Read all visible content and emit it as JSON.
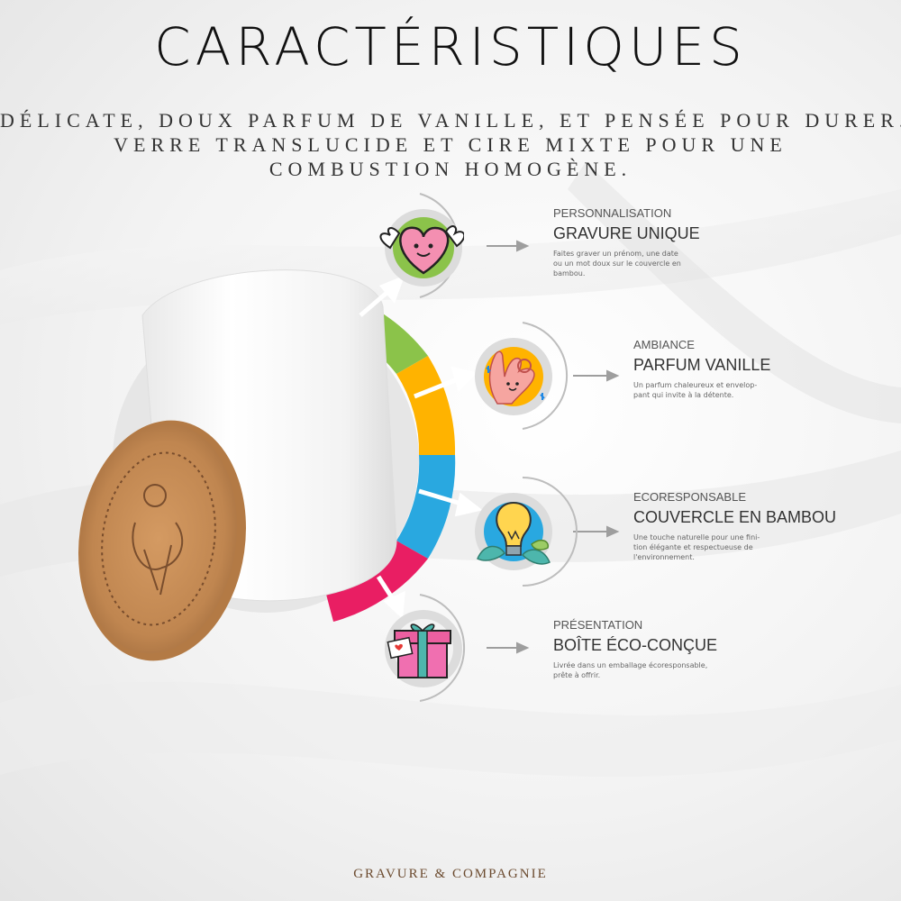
{
  "title": "CARACTÉRISTIQUES",
  "subtitle_lines": [
    "DÉLICATE, DOUX PARFUM DE VANILLE, ET PENSÉE POUR DURER.",
    "VERRE TRANSLUCIDE ET CIRE MIXTE POUR UNE",
    "COMBUSTION HOMOGÈNE."
  ],
  "features": [
    {
      "category": "PERSONNALISATION",
      "name": "GRAVURE UNIQUE",
      "desc_lines": [
        "Faites graver un prénom, une date",
        "ou un mot doux sur le couvercle en",
        "bambou."
      ],
      "icon": "winged-heart-icon",
      "color": "#8bc34a"
    },
    {
      "category": "AMBIANCE",
      "name": "PARFUM VANILLE",
      "desc_lines": [
        "Un parfum chaleureux et envelop-",
        "pant qui invite à la détente."
      ],
      "icon": "ok-hand-icon",
      "color": "#ffb300"
    },
    {
      "category": "ECORESPONSABLE",
      "name": "COUVERCLE EN BAMBOU",
      "desc_lines": [
        "Une touche naturelle pour une fini-",
        "tion élégante et respectueuse de",
        "l'environnement."
      ],
      "icon": "lightbulb-leaves-icon",
      "color": "#29a8e0"
    },
    {
      "category": "PRÉSENTATION",
      "name": "BOÎTE ÉCO-CONÇUE",
      "desc_lines": [
        "Livrée dans un emballage écoresponsable,",
        "prête à offrir."
      ],
      "icon": "gift-box-icon",
      "color": "#e91e63"
    }
  ],
  "footer": "GRAVURE & COMPAGNIE",
  "colors": {
    "text_dark": "#111111",
    "footer_brown": "#6b4a2e",
    "bamboo": "#c8925a",
    "ring_green": "#8bc34a",
    "ring_yellow": "#ffb300",
    "ring_blue": "#29a8e0",
    "ring_pink": "#e91e63"
  }
}
